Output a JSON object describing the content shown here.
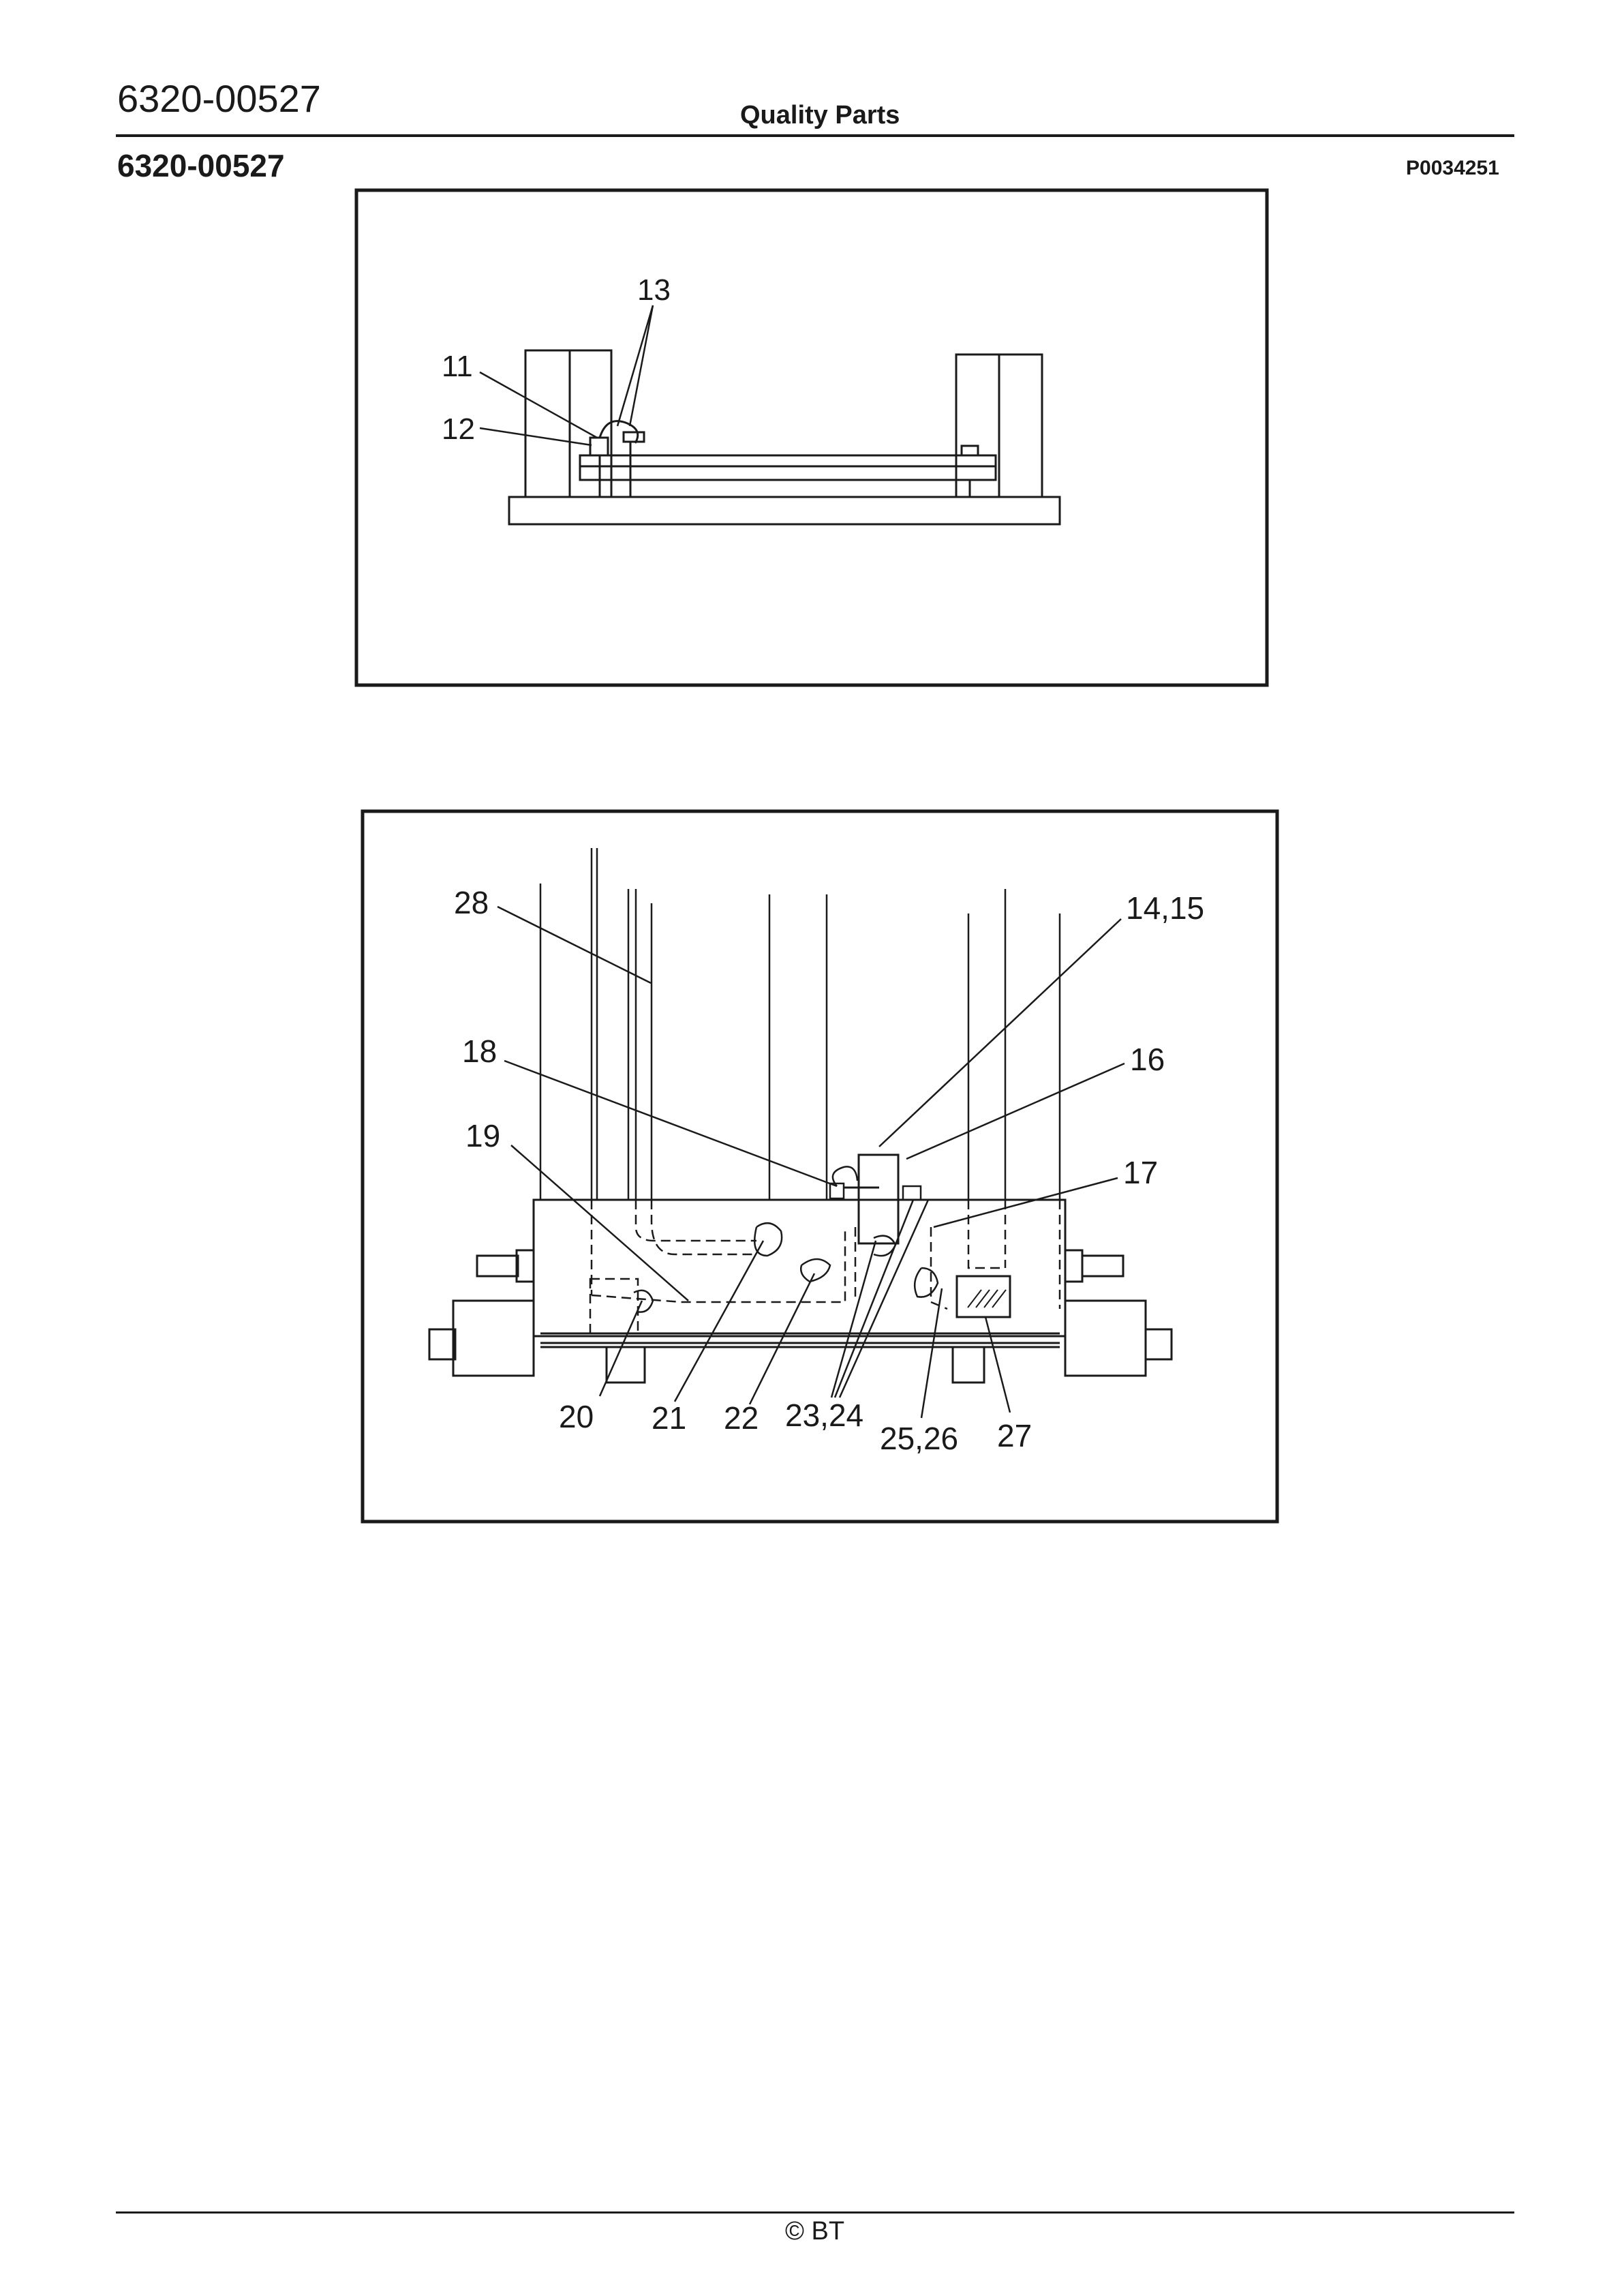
{
  "header": {
    "doc_number": "6320-00527",
    "title": "Quality Parts",
    "doc_number_sub": "6320-00527",
    "drawing_code": "P0034251"
  },
  "figure_top": {
    "callouts": [
      "13",
      "11",
      "12"
    ]
  },
  "figure_bottom": {
    "callouts": [
      "28",
      "14,15",
      "18",
      "16",
      "19",
      "17",
      "20",
      "21",
      "22",
      "23,24",
      "25,26",
      "27"
    ]
  },
  "footer": {
    "text": "© BT"
  }
}
